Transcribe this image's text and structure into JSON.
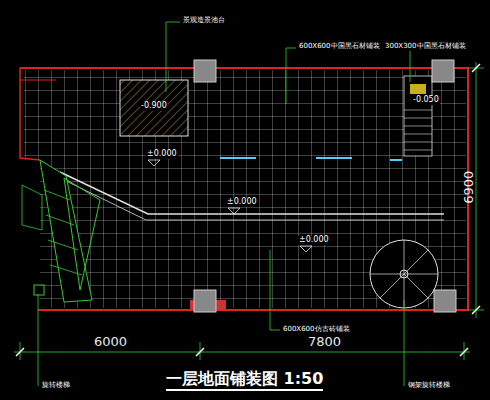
{
  "diagram": {
    "title": "一层地面铺装图 1:50",
    "labels": [
      "景观造景池台",
      "600X600中国黑石材铺装",
      "300X300中国黑石材铺装",
      "-0.900",
      "-0.050",
      "±0.000",
      "±0.000",
      "±0.000",
      "600X600仿古砖铺装",
      "6000",
      "7800",
      "6900",
      "旋转楼梯",
      "钢架旋转楼梯"
    ]
  }
}
